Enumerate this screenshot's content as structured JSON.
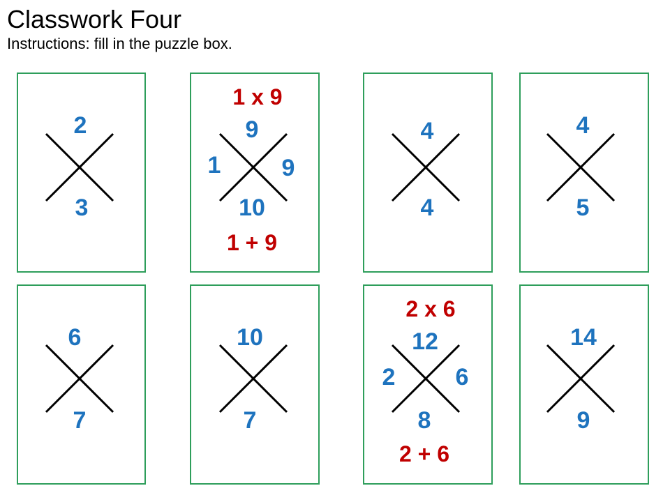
{
  "header": {
    "title": "Classwork Four",
    "instructions": "Instructions: fill in the puzzle box."
  },
  "colors": {
    "box_border": "#2e9e5b",
    "number_blue": "#1e73be",
    "hint_red": "#c00000",
    "cross_line": "#000000"
  },
  "puzzles": [
    {
      "top": "2",
      "bottom": "3",
      "left": "",
      "right": "",
      "product_hint": "",
      "sum_hint": ""
    },
    {
      "top": "9",
      "bottom": "10",
      "left": "1",
      "right": "9",
      "product_hint": "1 x 9",
      "sum_hint": "1 + 9"
    },
    {
      "top": "4",
      "bottom": "4",
      "left": "",
      "right": "",
      "product_hint": "",
      "sum_hint": ""
    },
    {
      "top": "4",
      "bottom": "5",
      "left": "",
      "right": "",
      "product_hint": "",
      "sum_hint": ""
    },
    {
      "top": "6",
      "bottom": "7",
      "left": "",
      "right": "",
      "product_hint": "",
      "sum_hint": ""
    },
    {
      "top": "10",
      "bottom": "7",
      "left": "",
      "right": "",
      "product_hint": "",
      "sum_hint": ""
    },
    {
      "top": "12",
      "bottom": "8",
      "left": "2",
      "right": "6",
      "product_hint": "2 x 6",
      "sum_hint": "2 + 6"
    },
    {
      "top": "14",
      "bottom": "9",
      "left": "",
      "right": "",
      "product_hint": "",
      "sum_hint": ""
    }
  ]
}
